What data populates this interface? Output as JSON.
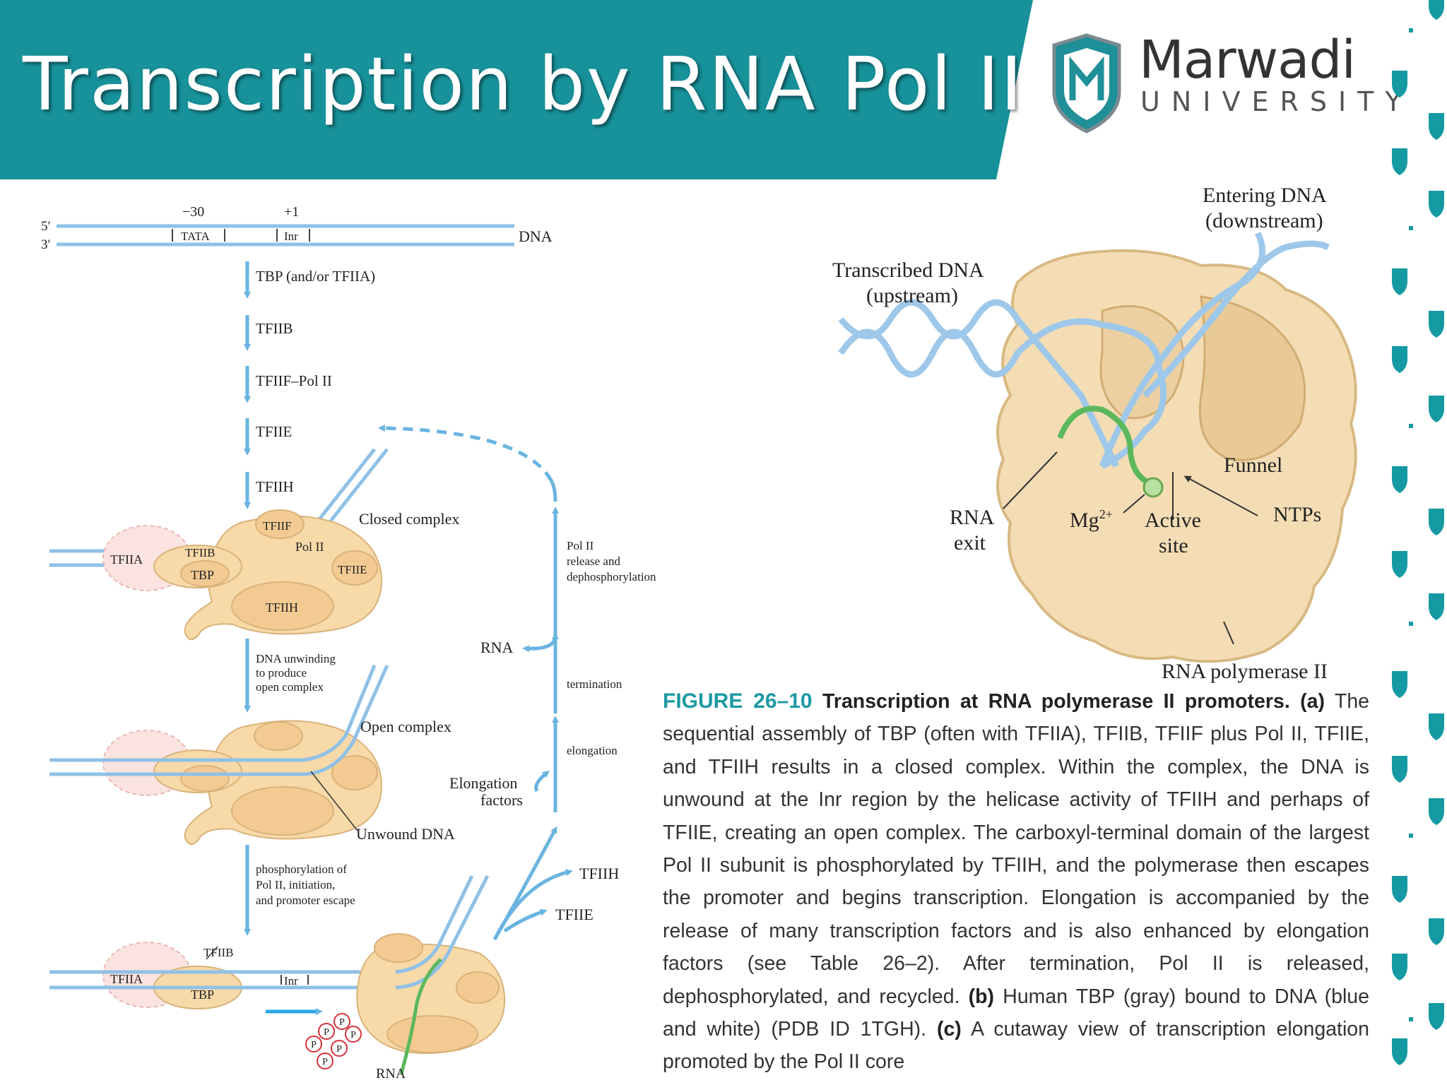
{
  "header": {
    "title": "Transcription by RNA Pol II",
    "logo_name": "Marwadi",
    "logo_sub": "UNIVERSITY",
    "banner_color": "#17919a"
  },
  "panel_a": {
    "strand_5": "5′",
    "strand_3": "3′",
    "pos_minus30": "−30",
    "pos_plus1": "+1",
    "tata_box": "TATA",
    "inr_box": "Inr",
    "dna_label": "DNA",
    "steps": [
      "TBP (and/or TFIIA)",
      "TFIIB",
      "TFIIF–Pol II",
      "TFIIE",
      "TFIIH"
    ],
    "closed_complex": "Closed complex",
    "factors": {
      "tfiia": "TFIIA",
      "tfiib": "TFIIB",
      "tbp": "TBP",
      "tfiif": "TFIIF",
      "pol2": "Pol II",
      "tfiie": "TFIIE",
      "tfiih": "TFIIH"
    },
    "unwinding_step": [
      "DNA unwinding",
      "to produce",
      "open complex"
    ],
    "open_complex": "Open complex",
    "unwound_dna": "Unwound DNA",
    "phosphorylation_step": [
      "phosphorylation of",
      "Pol II, initiation,",
      "and promoter escape"
    ],
    "inr_lower": "Inr",
    "phosphate": "P",
    "rna_bottom": "RNA",
    "released_tfiih": "TFIIH",
    "released_tfiie": "TFIIE",
    "elongation_factors": [
      "Elongation",
      "factors"
    ],
    "elongation": "elongation",
    "termination": "termination",
    "rna_released": "RNA",
    "recycle_step": [
      "Pol II",
      "release and",
      "dephosphorylation"
    ],
    "colors": {
      "dna": "#8fc1e6",
      "protein": "#f8d9a8",
      "protein_edge": "#d9b27a",
      "rna": "#5cb85c",
      "phosphate": "#d9303a"
    }
  },
  "panel_c": {
    "entering_dna": [
      "Entering DNA",
      "(downstream)"
    ],
    "transcribed_dna": [
      "Transcribed DNA",
      "(upstream)"
    ],
    "funnel": "Funnel",
    "rna_exit": [
      "RNA",
      "exit"
    ],
    "mg": "Mg",
    "mg_sup": "2+",
    "active_site": [
      "Active",
      "site"
    ],
    "ntps": "NTPs",
    "rna_polymerase": "RNA polymerase II"
  },
  "caption": {
    "label": "FIGURE 26–10",
    "heading": "Transcription at RNA polymerase II promoters.",
    "part_a": "(a)",
    "text_1": "The sequential assembly of TBP (often with TFIIA), TFIIB, TFIIF plus Pol II, TFIIE, and TFIIH results in a closed complex. Within the complex, the DNA is unwound at the Inr region by the helicase activity of TFIIH and perhaps of TFIIE, creating an open complex. The carboxyl-terminal domain of the largest Pol II subunit is phosphorylated by TFIIH, and the polymerase then escapes the promoter and begins transcription. Elongation is accompanied by the release of many transcription factors and is also enhanced by elongation factors (see Table 26–2). After termination, Pol II is released, dephosphorylated, and recycled.",
    "part_b": "(b)",
    "text_2": "Human TBP (gray) bound to DNA (blue and white) (PDB ID 1TGH).",
    "part_c": "(c)",
    "text_3": "A cutaway view of transcription elongation promoted by the Pol II core"
  }
}
